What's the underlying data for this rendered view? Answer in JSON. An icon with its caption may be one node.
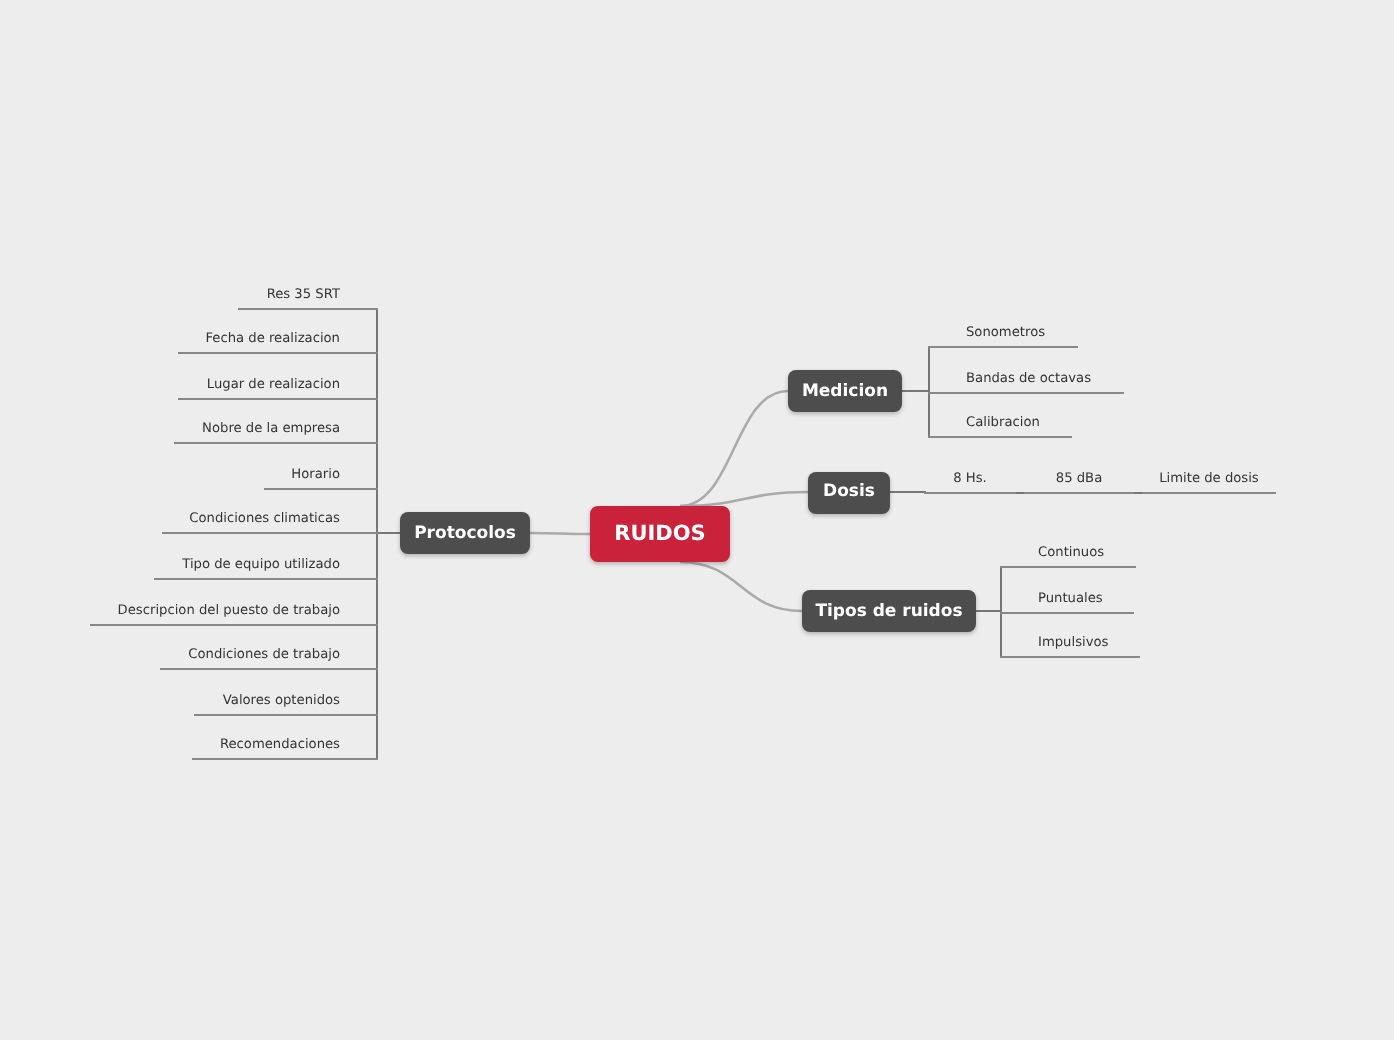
{
  "diagram": {
    "nodes": [
      {
        "text": [
          "RUIDOS"
        ]
      },
      {
        "text": [
          "Protocolos"
        ]
      },
      {
        "text": [
          "Res 35 SRT"
        ]
      },
      {
        "text": [
          "Fecha de realizacion"
        ]
      },
      {
        "text": [
          "Lugar de realizacion"
        ]
      },
      {
        "text": [
          "Nobre de la empresa"
        ]
      },
      {
        "text": [
          "Horario"
        ]
      },
      {
        "text": [
          "Condiciones climaticas"
        ]
      },
      {
        "text": [
          "Tipo de equipo utilizado"
        ]
      },
      {
        "text": [
          "Descripcion del puesto de trabajo"
        ]
      },
      {
        "text": [
          "Condiciones de trabajo"
        ]
      },
      {
        "text": [
          "Valores optenidos"
        ]
      },
      {
        "text": [
          "Recomendaciones"
        ]
      },
      {
        "text": [
          "Medicion"
        ]
      },
      {
        "text": [
          "Sonometros"
        ]
      },
      {
        "text": [
          "Bandas de octavas"
        ]
      },
      {
        "text": [
          "Calibracion"
        ]
      },
      {
        "text": [
          "Dosis"
        ]
      },
      {
        "text": [
          "8 Hs."
        ]
      },
      {
        "text": [
          "85 dBa"
        ]
      },
      {
        "text": [
          "Limite de dosis"
        ]
      },
      {
        "text": [
          "Tipos de ruidos"
        ]
      },
      {
        "text": [
          "Continuos"
        ]
      },
      {
        "text": [
          "Puntuales"
        ]
      },
      {
        "text": [
          "Impulsivos"
        ]
      }
    ],
    "edges": [
      {
        "from": 0,
        "to": 1,
        "arrow": "none"
      },
      {
        "from": 0,
        "to": 13,
        "arrow": "none"
      },
      {
        "from": 0,
        "to": 17,
        "arrow": "none"
      },
      {
        "from": 0,
        "to": 21,
        "arrow": "none"
      },
      {
        "from": 1,
        "to": 2,
        "arrow": "none"
      },
      {
        "from": 1,
        "to": 3,
        "arrow": "none"
      },
      {
        "from": 1,
        "to": 4,
        "arrow": "none"
      },
      {
        "from": 1,
        "to": 5,
        "arrow": "none"
      },
      {
        "from": 1,
        "to": 6,
        "arrow": "none"
      },
      {
        "from": 1,
        "to": 7,
        "arrow": "none"
      },
      {
        "from": 1,
        "to": 8,
        "arrow": "none"
      },
      {
        "from": 1,
        "to": 9,
        "arrow": "none"
      },
      {
        "from": 1,
        "to": 10,
        "arrow": "none"
      },
      {
        "from": 1,
        "to": 11,
        "arrow": "none"
      },
      {
        "from": 1,
        "to": 12,
        "arrow": "none"
      },
      {
        "from": 13,
        "to": 14,
        "arrow": "none"
      },
      {
        "from": 13,
        "to": 15,
        "arrow": "none"
      },
      {
        "from": 13,
        "to": 16,
        "arrow": "none"
      },
      {
        "from": 17,
        "to": 18,
        "arrow": "none"
      },
      {
        "from": 18,
        "to": 19,
        "arrow": "none"
      },
      {
        "from": 19,
        "to": 20,
        "arrow": "none"
      },
      {
        "from": 21,
        "to": 22,
        "arrow": "none"
      },
      {
        "from": 21,
        "to": 23,
        "arrow": "none"
      },
      {
        "from": 21,
        "to": 24,
        "arrow": "none"
      }
    ]
  }
}
